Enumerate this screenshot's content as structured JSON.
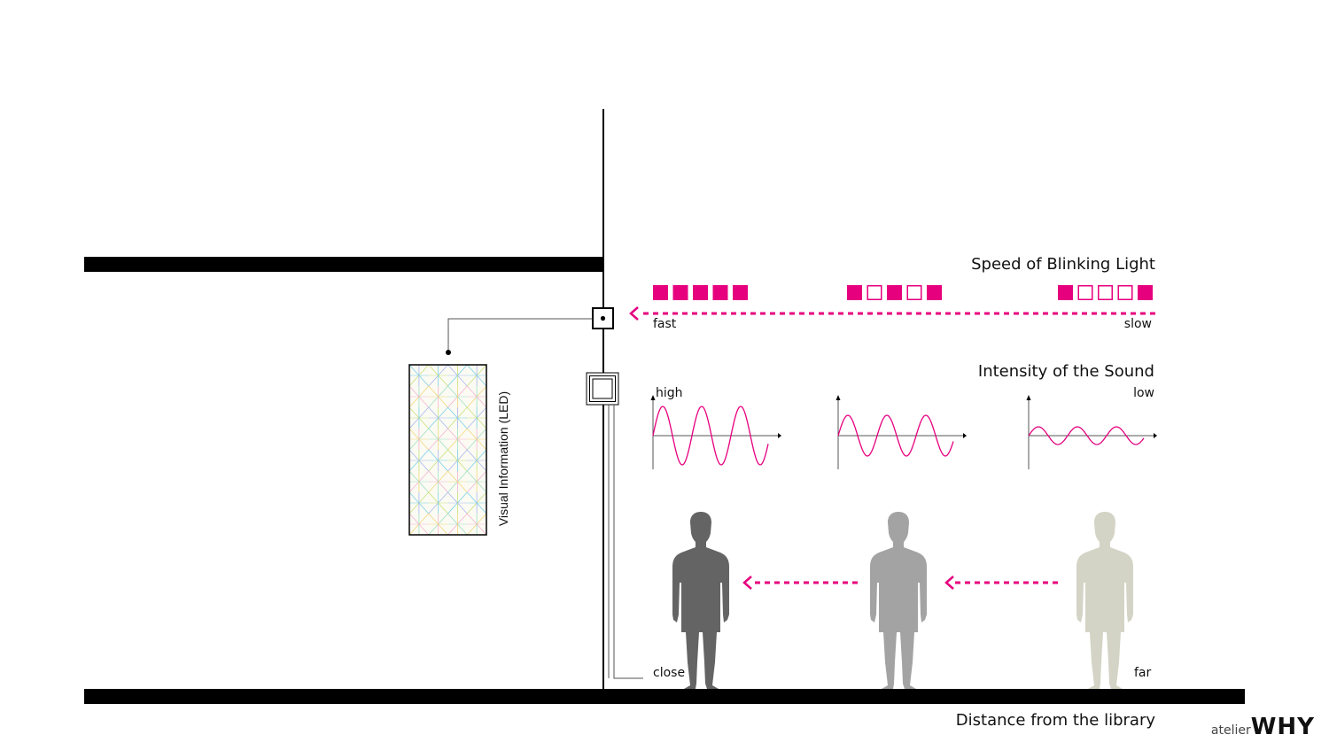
{
  "labels": {
    "blink_title": "Speed of Blinking Light",
    "fast": "fast",
    "slow": "slow",
    "sound_title": "Intensity of the Sound",
    "high": "high",
    "low": "low",
    "led_label": "Visual Information (LED)",
    "close": "close",
    "far": "far",
    "distance": "Distance from the library"
  },
  "brand": {
    "prefix": "atelier",
    "name": "WHY"
  },
  "blink_patterns": [
    [
      true,
      true,
      true,
      true,
      true
    ],
    [
      true,
      false,
      true,
      false,
      true
    ],
    [
      true,
      false,
      false,
      false,
      true
    ]
  ],
  "wave_levels": [
    "high",
    "medium",
    "low"
  ],
  "person_tones": [
    "#646464",
    "#a3a3a3",
    "#d4d4c6"
  ],
  "colors": {
    "accent": "#e6007e",
    "wall": "#000000"
  }
}
